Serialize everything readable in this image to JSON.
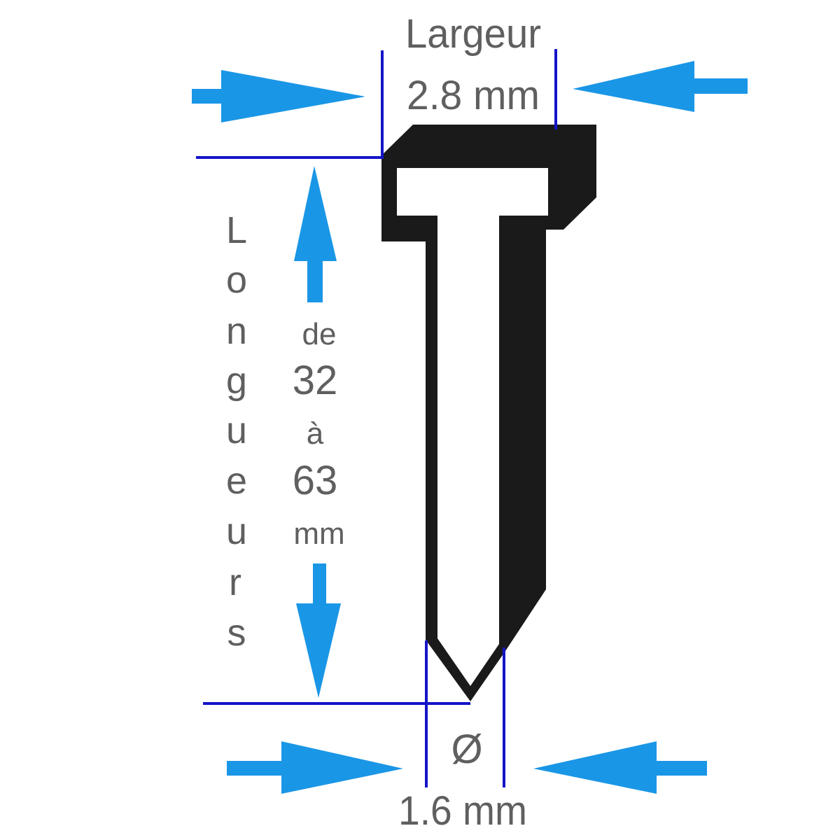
{
  "diagram": {
    "subject": "brad nail dimensions",
    "colors": {
      "arrow": "#1a96e6",
      "dimension_line": "#1414c8",
      "nail": "#1a1a1a",
      "text": "#5f5f5f",
      "background": "#ffffff"
    },
    "width_label": {
      "title": "Largeur",
      "value": "2.8 mm"
    },
    "length_label": {
      "vertical_word": [
        "L",
        "o",
        "n",
        "g",
        "u",
        "e",
        "u",
        "r",
        "s"
      ],
      "range_lines": [
        "de",
        "32",
        "à",
        "63",
        "mm"
      ]
    },
    "diameter_label": {
      "symbol": "Ø",
      "value": "1.6 mm"
    }
  }
}
